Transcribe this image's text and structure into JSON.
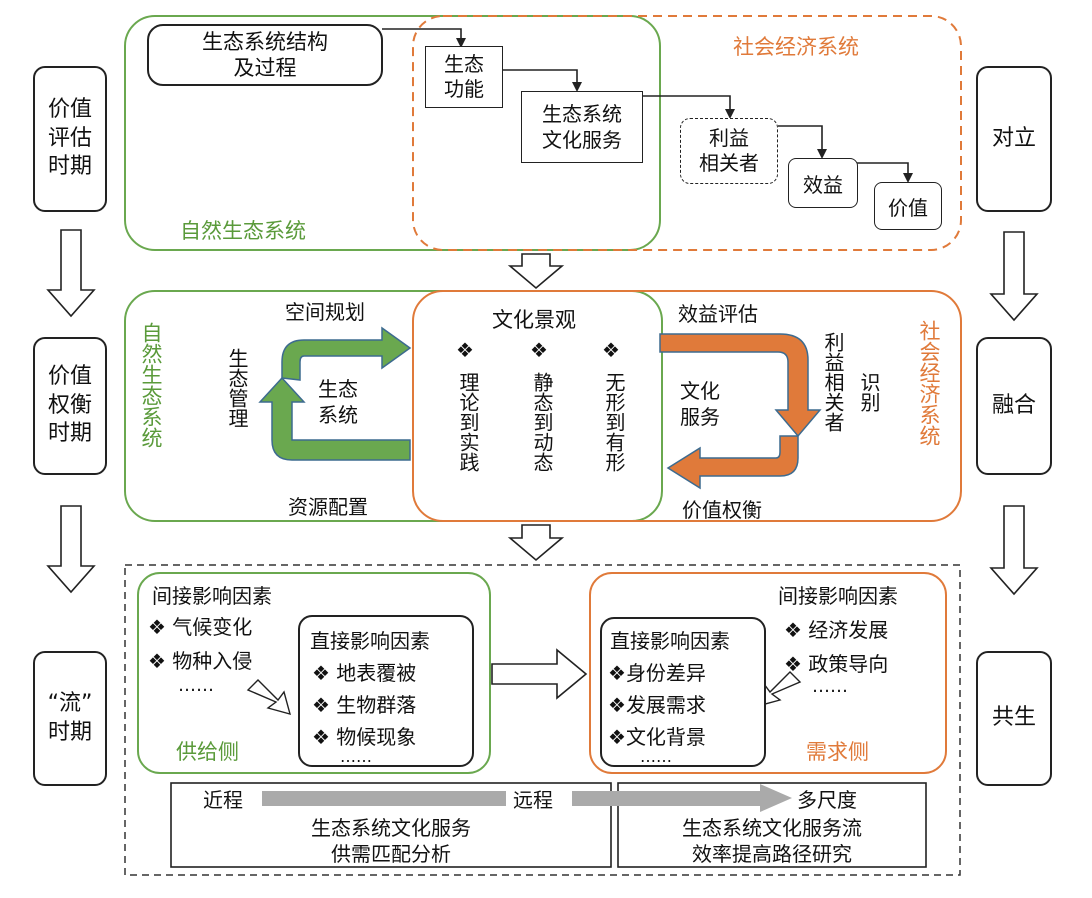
{
  "left_stages": [
    "价值\n评估\n时期",
    "价值\n权衡\n时期",
    "“流”\n时期"
  ],
  "right_stages": [
    "对立",
    "融合",
    "共生"
  ],
  "top": {
    "natural_label": "自然生态系统",
    "social_label": "社会经济系统",
    "structure": "生态系统结构\n及过程",
    "function": "生态\n功能",
    "ces": "生态系统\n文化服务",
    "stakeholders": "利益\n相关者",
    "benefit": "效益",
    "value": "价值"
  },
  "middle": {
    "natural_label": "自然生态系统",
    "social_label": "社会经济系统",
    "landscape": "文化景观",
    "bullets": [
      "理论到实践",
      "静态到动态",
      "无形到有形"
    ],
    "spatial_planning": "空间规划",
    "eco_management": "生态管理",
    "ecosystem": "生态\n系统",
    "resource_allocation": "资源配置",
    "benefit_assessment": "效益评估",
    "cultural_service": "文化\n服务",
    "stakeholders": "利益相关者",
    "identify": "识别",
    "value_tradeoff": "价值权衡"
  },
  "bottom": {
    "supply": {
      "indirect_title": "间接影响因素",
      "indirect_items": [
        "气候变化",
        "物种入侵"
      ],
      "indirect_more": "……",
      "direct_title": "直接影响因素",
      "direct_items": [
        "地表覆被",
        "生物群落",
        "物候现象"
      ],
      "direct_more": "……",
      "label": "供给侧"
    },
    "demand": {
      "indirect_title": "间接影响因素",
      "indirect_items": [
        "经济发展",
        "政策导向"
      ],
      "indirect_more": "……",
      "direct_title": "直接影响因素",
      "direct_items": [
        "身份差异",
        "发展需求",
        "文化背景"
      ],
      "direct_more": "……",
      "label": "需求侧"
    },
    "scale": [
      "近程",
      "远程",
      "多尺度"
    ],
    "research_left": "生态系统文化服务\n供需匹配分析",
    "research_right": "生态系统文化服务流\n效率提高路径研究"
  },
  "colors": {
    "green": "#6aa84f",
    "green_fill": "#6aa84f",
    "green_text": "#5a9a3a",
    "orange": "#e07a3a",
    "orange_text": "#e07a3a",
    "gray_arrow": "#aaaaaa"
  }
}
